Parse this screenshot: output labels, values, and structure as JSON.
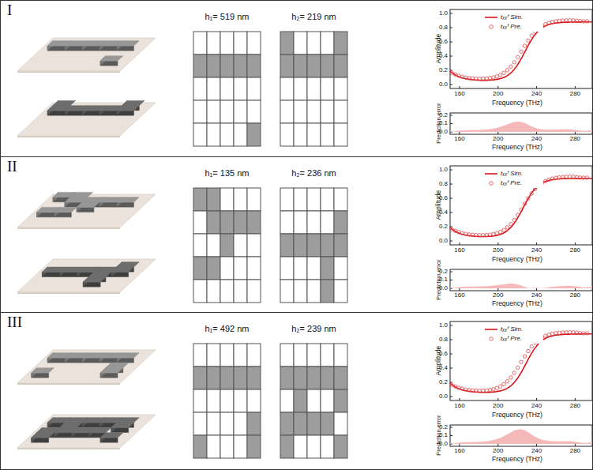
{
  "diagram": {
    "nodes": [
      {
        "text": [
          "I"
        ]
      },
      {
        "text": [
          "II"
        ]
      },
      {
        "text": [
          "III"
        ]
      }
    ],
    "labels": [
      "h₁= 519 nm",
      "h₂= 219 nm",
      "Amplitude",
      "1.0",
      "0.8",
      "0.6",
      "0.4",
      "0.2",
      "0.0",
      "160",
      "200",
      "240",
      "280",
      "Frequency (THz)",
      "Prediction error",
      "0.2",
      "0.1",
      "0.0",
      "160",
      "200",
      "240",
      "280",
      "Frequency (THz)",
      "h₁= 135 nm",
      "h₂= 236 nm",
      "Amplitude",
      "1.0",
      "0.8",
      "0.6",
      "0.4",
      "0.2",
      "0.0",
      "160",
      "200",
      "240",
      "280",
      "Frequency (THz)",
      "Prediction error",
      "0.2",
      "0.1",
      "0.0",
      "160",
      "200",
      "240",
      "280",
      "Frequency (THz)",
      "h₁= 492 nm",
      "h₂= 239 nm",
      "Amplitude",
      "1.0",
      "0.8",
      "0.6",
      "0.4",
      "0.2",
      "0.0",
      "160",
      "200",
      "240",
      "280",
      "Frequency (THz)",
      "Prediction error",
      "0.2",
      "0.1",
      "0.0",
      "160",
      "200",
      "240",
      "280",
      "Frequency (THz)"
    ],
    "legend": [
      {
        "text": "tₓₓᶠ Sim."
      },
      {
        "text": "tₓₓᶠ Pre."
      },
      {
        "text": "tₓₓᶠ Sim."
      },
      {
        "text": "tₓₓᶠ Pre."
      },
      {
        "text": "tₓₓᶠ Sim."
      },
      {
        "text": "tₓₓᶠ Pre."
      }
    ]
  }
}
